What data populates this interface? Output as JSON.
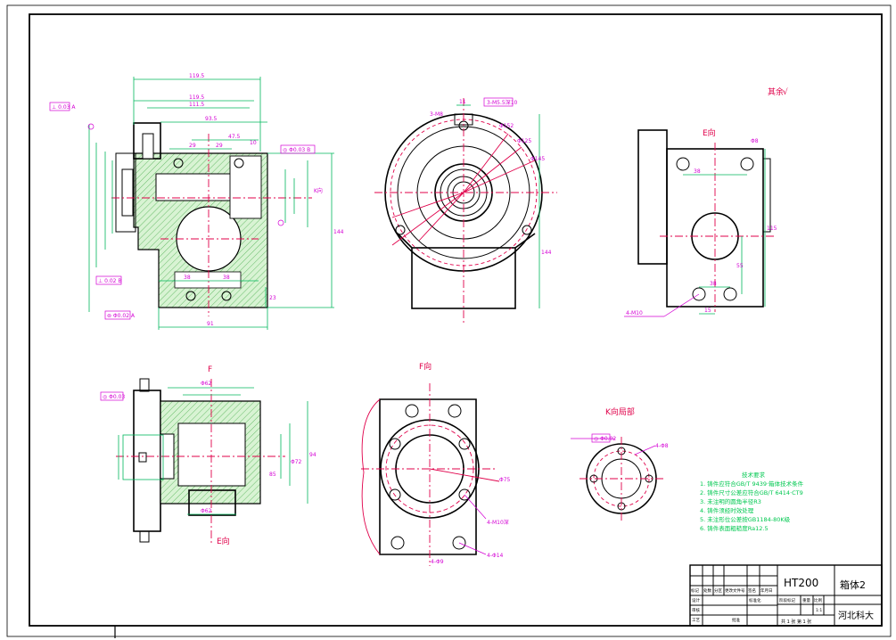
{
  "title_block": {
    "material": "HT200",
    "part_name": "箱体2",
    "school": "河北科大",
    "sheet": "共 1 张  第 1 张",
    "scale_value": "1:1",
    "header_cells": [
      "标记",
      "处数",
      "分区",
      "更改文件号",
      "签名",
      "年月日"
    ],
    "role_labels": [
      "设计",
      "审核",
      "工艺",
      "批准"
    ],
    "std_label": "标准化",
    "stage_label": "阶段标记",
    "weight_label": "重量",
    "scale_label": "比例"
  },
  "view_labels": {
    "f_top": "F",
    "f_view": "F向",
    "e_view": "E向",
    "e_bottom": "E向",
    "k_view": "K向局部",
    "k_arrow": "K向",
    "roughness": "其余"
  },
  "tech_requirements": {
    "heading": "技术要求",
    "items": [
      "1. 铸件应符合GB/T 9439·箱体技术条件",
      "2. 铸件尺寸公差应符合GB/T 6414·CT9",
      "3. 未注明的圆角半径R3",
      "4. 铸件须经时效处理",
      "5. 未注形位公差按GB1184-80K级",
      "6. 铸件表面粗糙度Ra12.5"
    ]
  },
  "dimensions": {
    "d119_5a": "119.5",
    "d119_5b": "119.5",
    "d111_5": "111.5",
    "d93_5": "93.5",
    "d47_5": "47.5",
    "d29a": "29",
    "d29b": "29",
    "d10": "10",
    "d38a": "38",
    "d38b": "38",
    "d91": "91",
    "d23": "23",
    "d144a": "144",
    "d144b": "144",
    "d11": "11",
    "hole3": "3-M5.5深10",
    "hole3b": "3-M8",
    "d152": "Φ152",
    "d125": "Φ125",
    "d145": "Φ145",
    "d38c": "38",
    "d55": "55",
    "d15": "15",
    "d38d": "38",
    "d115": "115",
    "hole4": "4-M10",
    "d75": "Φ75",
    "d14": "4-Φ14",
    "d94": "94",
    "d72": "Φ72",
    "d8": "Φ8",
    "d62": "Φ62",
    "k_hole": "4-Φ8",
    "d62c": "Φ62",
    "d85": "85"
  }
}
